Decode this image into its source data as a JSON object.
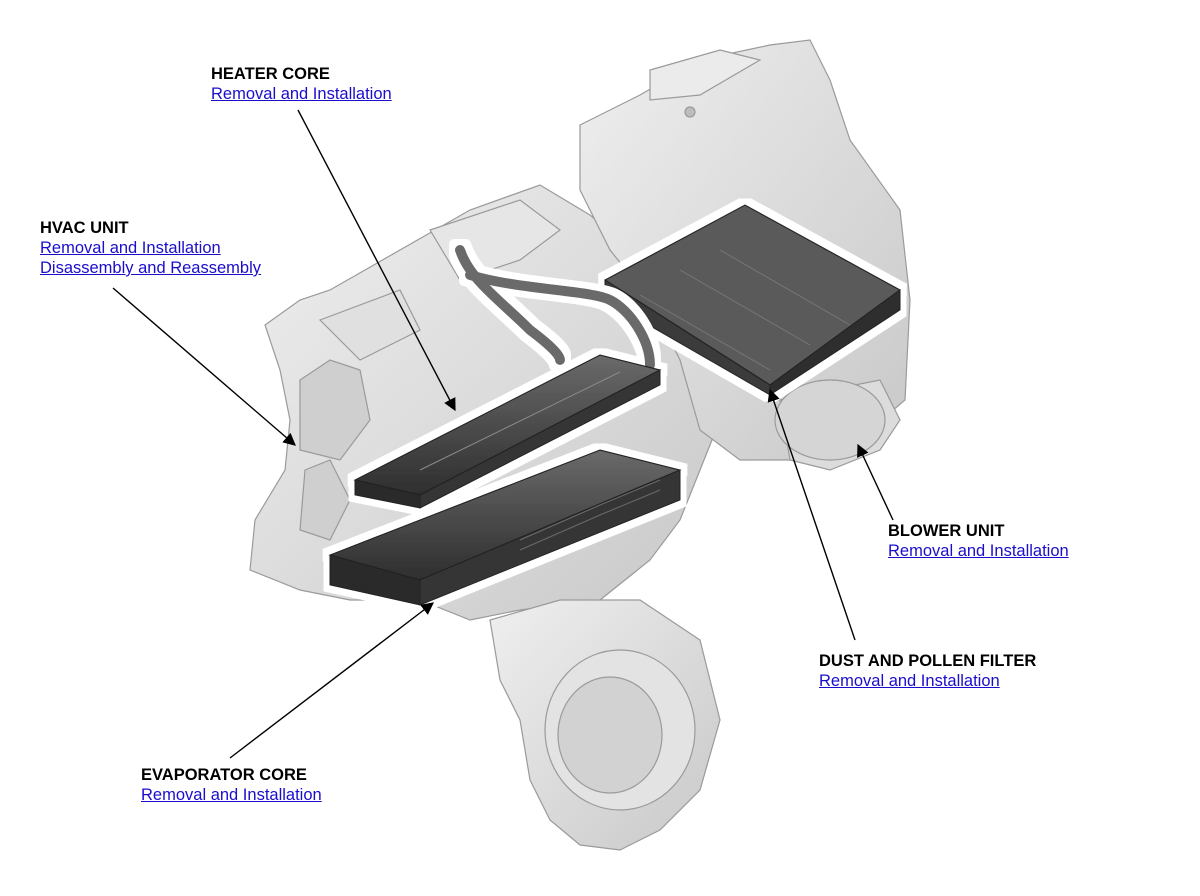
{
  "callouts": {
    "heater_core": {
      "title": "HEATER CORE",
      "links": [
        "Removal and Installation"
      ]
    },
    "hvac_unit": {
      "title": "HVAC UNIT",
      "links": [
        "Removal and Installation",
        "Disassembly and Reassembly"
      ]
    },
    "blower_unit": {
      "title": "BLOWER UNIT",
      "links": [
        "Removal and Installation"
      ]
    },
    "dust_filter": {
      "title": "DUST AND POLLEN FILTER",
      "links": [
        "Removal and Installation"
      ]
    },
    "evaporator_core": {
      "title": "EVAPORATOR CORE",
      "links": [
        "Removal and Installation"
      ]
    }
  },
  "colors": {
    "link": "#1a0dcc",
    "housing": "#d9d9d9",
    "component": "#4a4a4a"
  }
}
